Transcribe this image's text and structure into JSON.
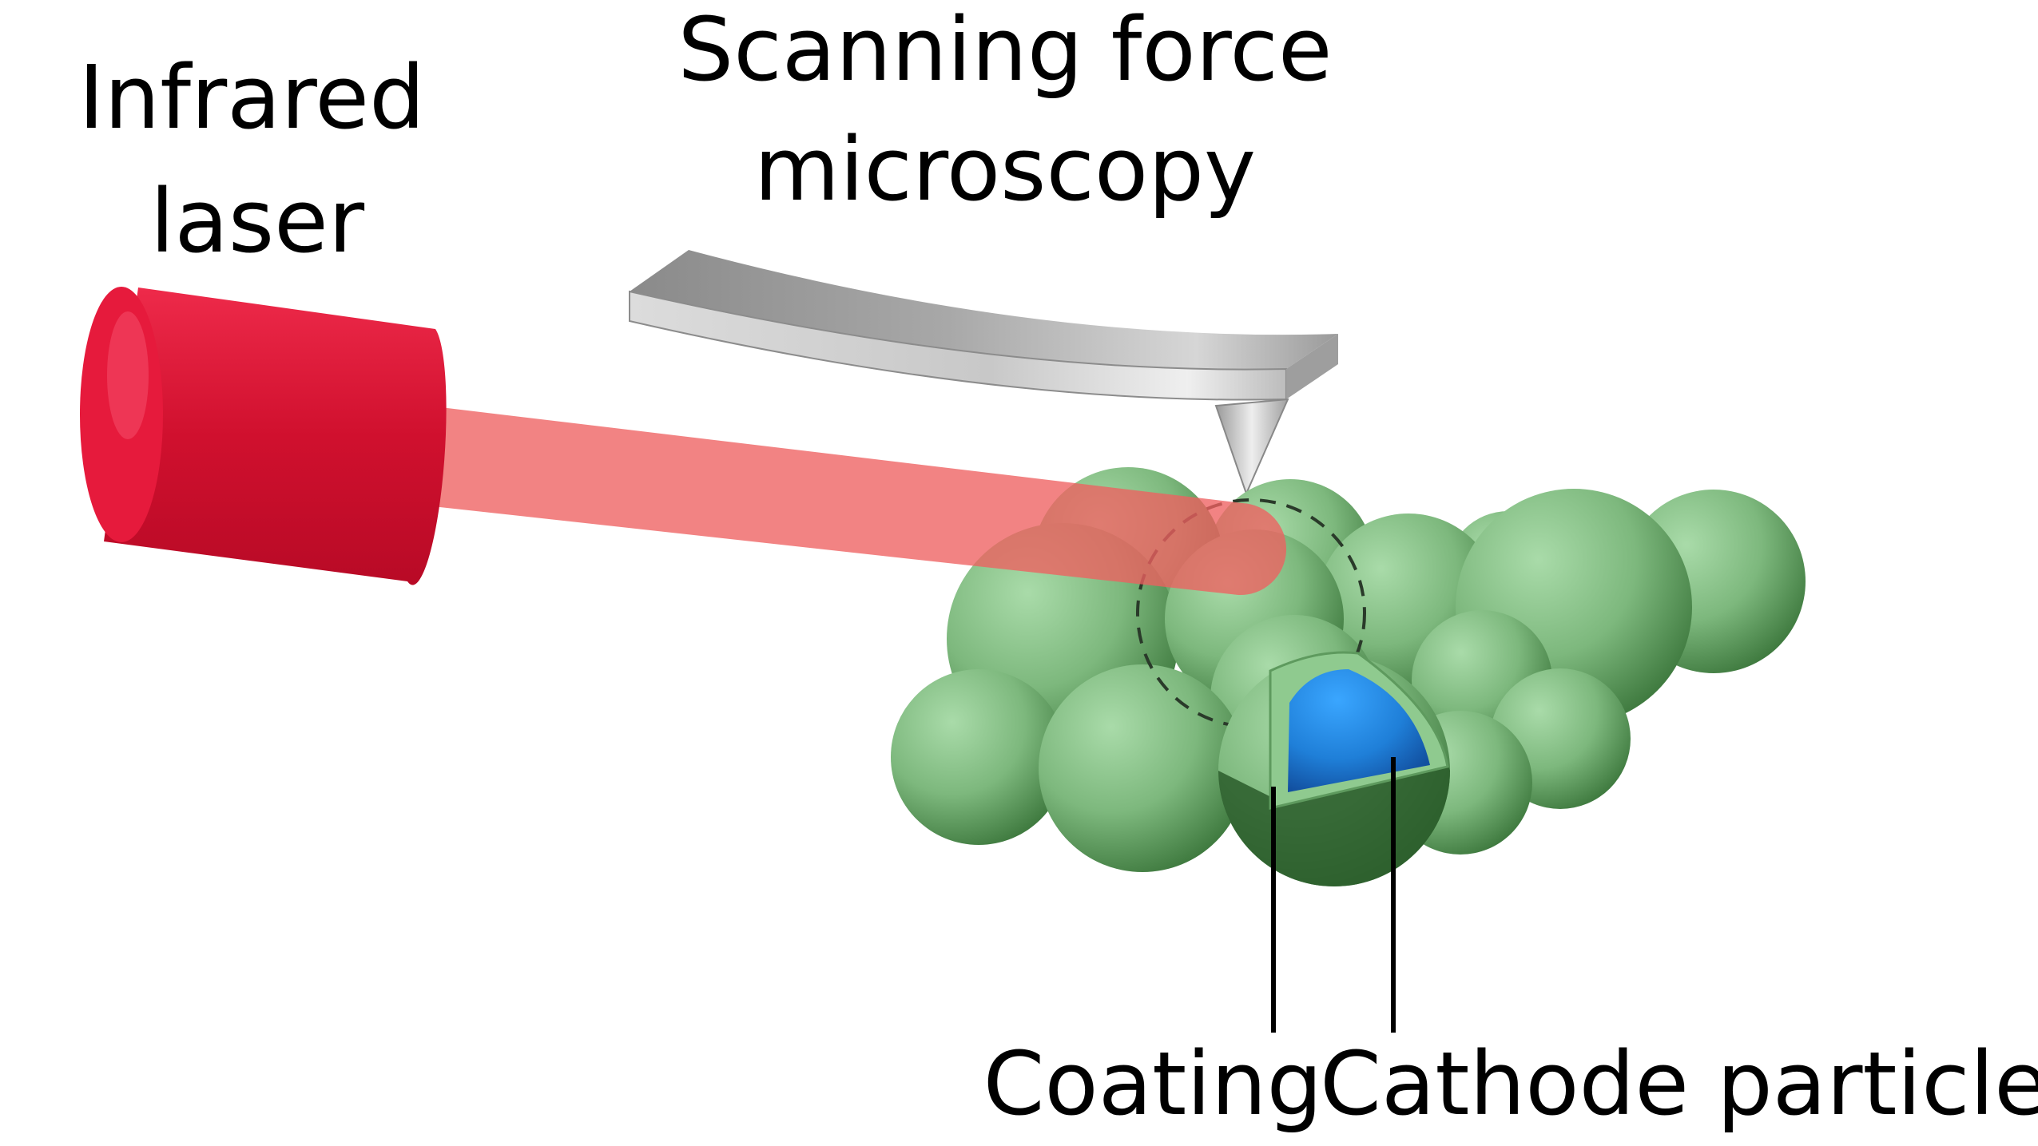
{
  "labels": {
    "infrared_laser_line1": "Infrared",
    "infrared_laser_line2": "laser",
    "sfm_line1": "Scanning force",
    "sfm_line2": "microscopy",
    "coating": "Coating",
    "cathode_particle": "Cathode particle"
  },
  "colors": {
    "laser_body": "#d0102e",
    "laser_beam": "#ef6f6f",
    "particle_green": "#7db87d",
    "particle_dark_green": "#2a5c2a",
    "cathode_core_blue": "#1f7fd8",
    "cantilever_gray": "#b0b0b0"
  }
}
